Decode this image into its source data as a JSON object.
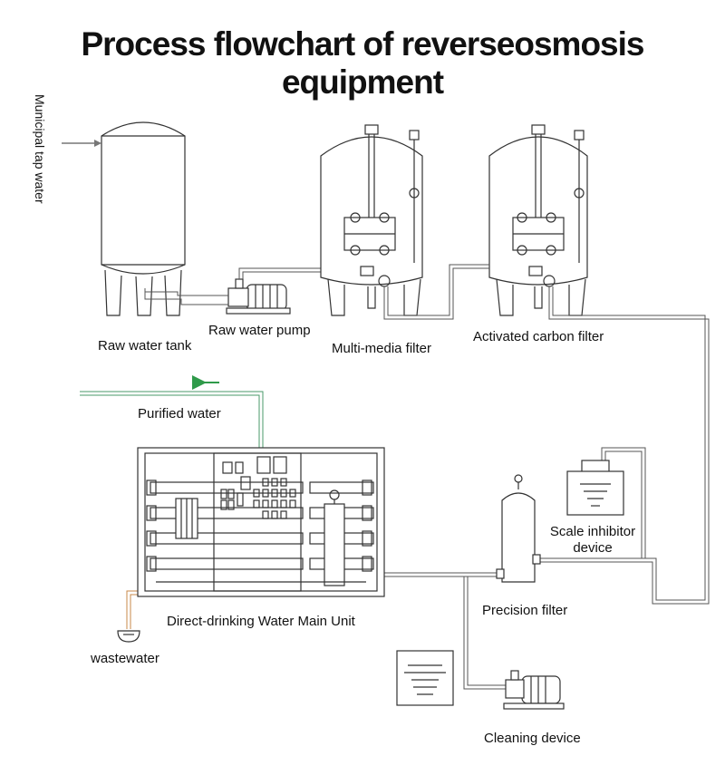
{
  "title": "Process flowchart of reverseosmosis equipment",
  "labels": {
    "municipal_tap_water": "Municipal tap water",
    "raw_water_tank": "Raw water tank",
    "raw_water_pump": "Raw water pump",
    "multi_media_filter": "Multi-media filter",
    "activated_carbon_filter": "Activated carbon filter",
    "purified_water": "Purified water",
    "scale_inhibitor_line1": "Scale inhibitor",
    "scale_inhibitor_line2": "device",
    "precision_filter": "Precision filter",
    "main_unit": "Direct-drinking Water Main Unit",
    "wastewater": "wastewater",
    "cleaning_device": "Cleaning device"
  },
  "colors": {
    "line": "#333333",
    "pipe": "#555555",
    "purified_pipe": "#4a9a6a",
    "waste_pipe": "#c88a4a",
    "arrow_green": "#2f9a4a",
    "arrow_inlet": "#777777"
  }
}
